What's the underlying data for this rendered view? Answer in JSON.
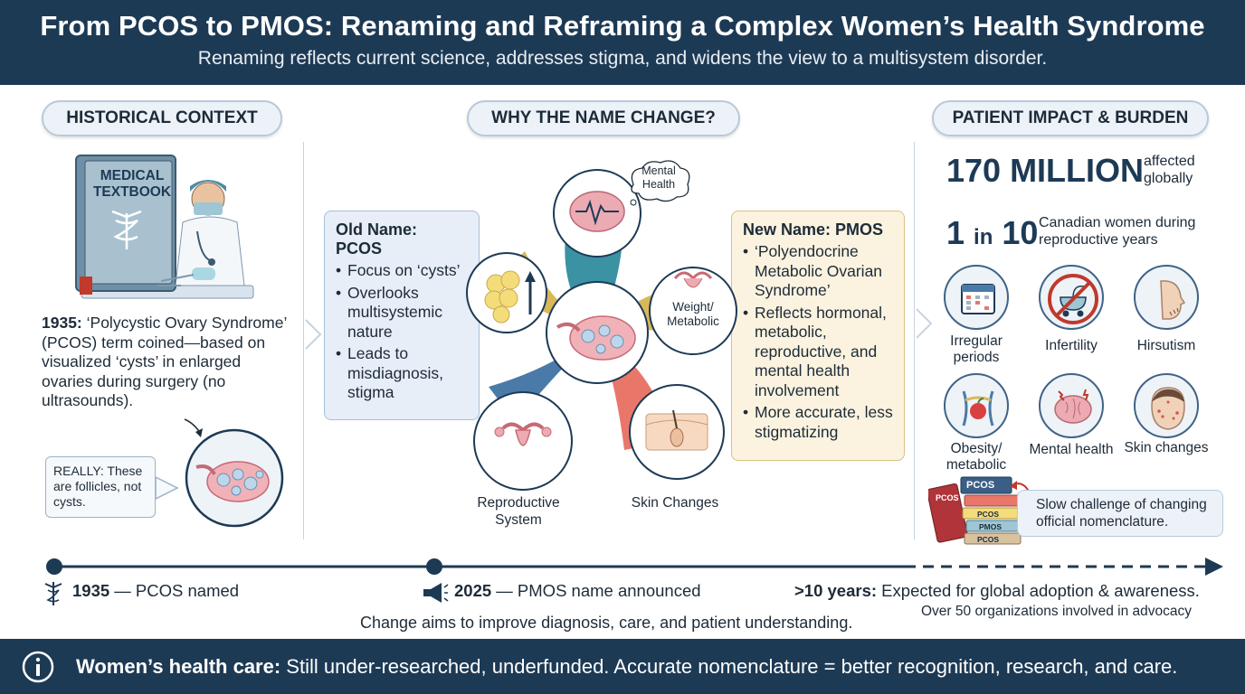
{
  "header": {
    "title": "From PCOS to PMOS: Renaming and Reframing a Complex Women’s Health Syndrome",
    "subtitle": "Renaming reflects current science, addresses stigma, and widens the view to a multisystem disorder."
  },
  "sections": {
    "historical": "HISTORICAL CONTEXT",
    "why": "WHY THE NAME CHANGE?",
    "impact": "PATIENT IMPACT & BURDEN"
  },
  "historical": {
    "book_line1": "MEDICAL",
    "book_line2": "TEXTBOOK",
    "year": "1935:",
    "text": "‘Polycystic Ovary Syndrome’ (PCOS) term coined—based on visualized ‘cysts’ in enlarged ovaries during surgery (no ultrasounds).",
    "note": "REALLY: These are follicles, not cysts."
  },
  "old_name": {
    "title": "Old Name: PCOS",
    "bullets": [
      "Focus on ‘cysts’",
      "Overlooks multisystemic nature",
      "Leads to misdiagnosis, stigma"
    ]
  },
  "new_name": {
    "title": "New Name: PMOS",
    "bullets": [
      "‘Polyendocrine Metabolic Ovarian Syndrome’",
      "Reflects hormonal, metabolic, reproductive, and mental health involvement",
      "More accurate, less stigmatizing"
    ]
  },
  "diagram": {
    "mental": "Mental Health",
    "weight": "Weight/ Metabolic",
    "reproductive": "Reproductive System",
    "skin": "Skin Changes"
  },
  "impact": {
    "stat1_value": "170 MILLION",
    "stat1_desc": "affected globally",
    "stat2_a": "1",
    "stat2_in": "in",
    "stat2_b": "10",
    "stat2_desc": "Canadian women during reproductive years",
    "icons": [
      {
        "label": "Irregular periods",
        "icon": "calendar-icon"
      },
      {
        "label": "Infertility",
        "icon": "no-stroller-icon"
      },
      {
        "label": "Hirsutism",
        "icon": "face-profile-icon"
      },
      {
        "label": "Obesity/ metabolic",
        "icon": "waist-apple-icon"
      },
      {
        "label": "Mental health",
        "icon": "brain-icon"
      },
      {
        "label": "Skin changes",
        "icon": "face-acne-icon"
      }
    ],
    "slow": "Slow challenge of changing official nomenclature.",
    "books": [
      "PCOS",
      "PCOS",
      "PCOS",
      "PMOS",
      "PCOS"
    ]
  },
  "timeline": {
    "t1_year": "1935",
    "t1_text": " — PCOS named",
    "t2_year": "2025",
    "t2_text": " — PMOS name announced",
    "t3_year": ">10 years:",
    "t3_text": " Expected for global adoption & awareness.",
    "t3_sub": "Over 50 organizations involved in advocacy",
    "center": "Change aims to improve diagnosis, care, and patient understanding."
  },
  "footer": {
    "bold": "Women’s health care:",
    "text": " Still under-researched, underfunded. Accurate nomenclature = better recognition, research, and care."
  },
  "colors": {
    "navy": "#1d3a55",
    "teal": "#3a92a3",
    "gold": "#d9b85a",
    "coral": "#e8776a",
    "blue": "#4a7aa8"
  }
}
